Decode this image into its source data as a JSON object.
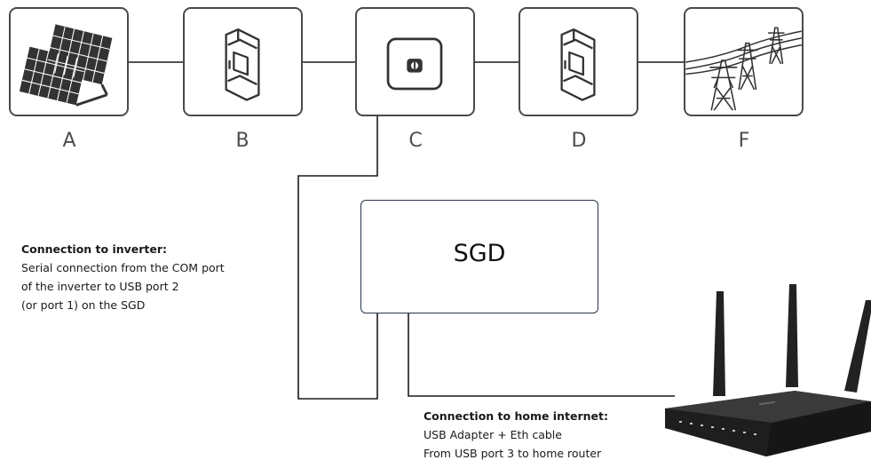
{
  "nodes": [
    {
      "id": "A",
      "label": "A",
      "icon": "solar-panel-icon"
    },
    {
      "id": "B",
      "label": "B",
      "icon": "energy-meter-icon"
    },
    {
      "id": "C",
      "label": "C",
      "icon": "inverter-icon"
    },
    {
      "id": "D",
      "label": "D",
      "icon": "energy-meter-icon"
    },
    {
      "id": "F",
      "label": "F",
      "icon": "power-grid-pylon-icon"
    }
  ],
  "sgd": {
    "label": "SGD"
  },
  "inverter_note": {
    "heading": "Connection to inverter:",
    "lines": [
      "Serial connection from the COM port",
      "of the inverter to USB port 2",
      "(or port 1) on the SGD"
    ]
  },
  "internet_note": {
    "heading": "Connection to home internet:",
    "lines": [
      "USB Adapter + Eth cable",
      "From USB port 3 to home router"
    ]
  },
  "router": {
    "icon": "wifi-router-icon"
  },
  "colors": {
    "line": "#1a1a1a",
    "box_border": "#4a4a4a",
    "sgd_border": "#2a3548"
  }
}
